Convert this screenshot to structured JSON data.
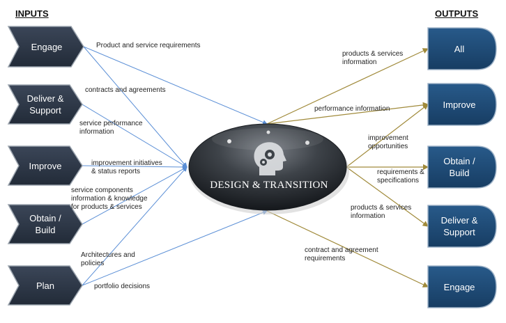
{
  "headers": {
    "inputs": "INPUTS",
    "outputs": "OUTPUTS"
  },
  "center": {
    "label": "DESIGN & TRANSITION",
    "icon": "head-with-gears-icon"
  },
  "inputs": [
    {
      "label": "Engage"
    },
    {
      "label": "Deliver &\nSupport"
    },
    {
      "label": "Improve"
    },
    {
      "label": "Obtain /\nBuild"
    },
    {
      "label": "Plan"
    }
  ],
  "outputs": [
    {
      "label": "All"
    },
    {
      "label": "Improve"
    },
    {
      "label": "Obtain /\nBuild"
    },
    {
      "label": "Deliver &\nSupport"
    },
    {
      "label": "Engage"
    }
  ],
  "input_flows": [
    "Product and service requirements",
    "contracts and agreements",
    "service performance\ninformation",
    "improvement initiatives\n& status reports",
    "service components\ninformation & knowledge\nfor products & services",
    "Architectures and\npolicies",
    "portfolio decisions"
  ],
  "output_flows": [
    "products & services\ninformation",
    "performance information",
    "improvement\nopportunities",
    "requirements &\nspecifications",
    "products & services\ninformation",
    "contract and agreement\nrequirements"
  ],
  "colors": {
    "input_box": "#2f3b4c",
    "output_box": "#1f4e79",
    "input_arrow": "#5b8fd6",
    "output_arrow": "#a08a3a"
  }
}
